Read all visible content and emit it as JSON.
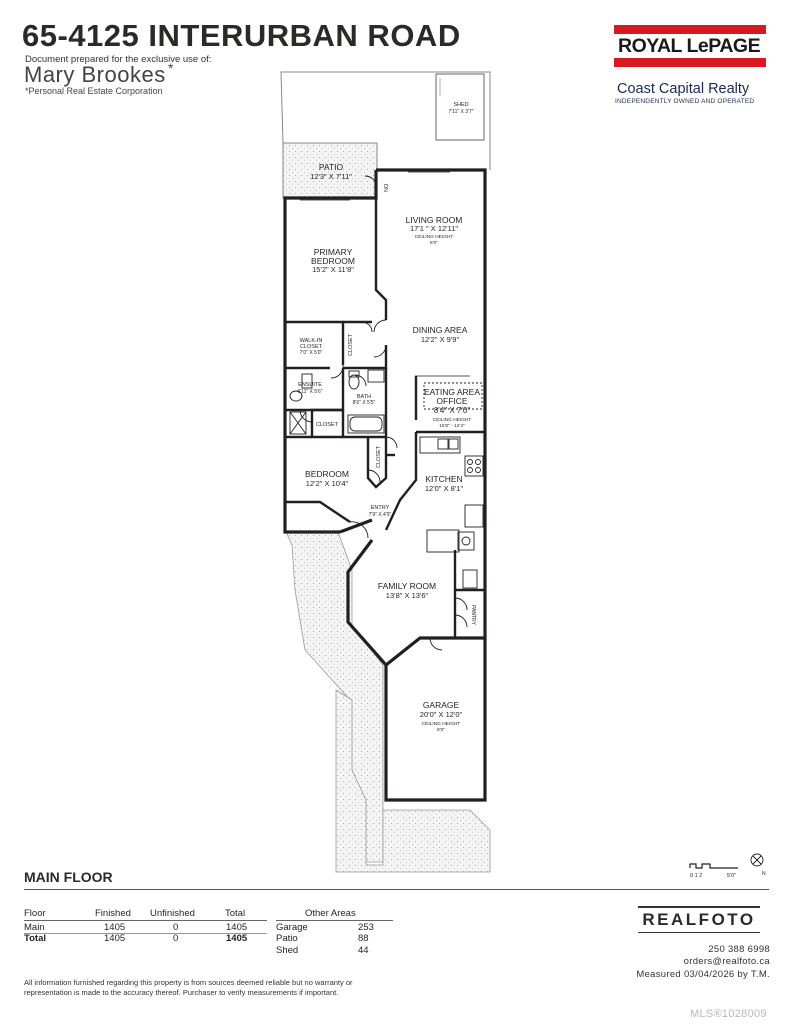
{
  "header": {
    "address": "65-4125 INTERURBAN ROAD",
    "prepared_line": "Document prepared for the exclusive use of:",
    "client_name": "Mary Brookes",
    "client_star": "*",
    "client_note": "*Personal Real Estate Corporation"
  },
  "brokerage": {
    "logo_word": "ROYAL LePAGE",
    "office": "Coast Capital Realty",
    "tagline": "INDEPENDENTLY OWNED AND OPERATED",
    "brand_color": "#d71920"
  },
  "rooms": {
    "shed": {
      "name": "SHED",
      "dims": "7'11\" X 3'7\""
    },
    "patio": {
      "name": "PATIO",
      "dims": "12'3\" X 7'11\""
    },
    "dn": "DN",
    "living": {
      "name": "LIVING ROOM",
      "dims": "17'1 \" X 12'11\"",
      "ceiling_label": "CEILING HEIGHT",
      "ceiling": "8'0\""
    },
    "primary": {
      "name1": "PRIMARY",
      "name2": "BEDROOM",
      "dims": "15'2\" X 11'8\""
    },
    "walkin": {
      "name1": "WALK-IN",
      "name2": "CLOSET",
      "dims": "7'0\" X 5'0\""
    },
    "closet_primary": "CLOSET",
    "dining": {
      "name": "DINING AREA",
      "dims": "12'2\" X 9'9\""
    },
    "ensuite": {
      "name": "ENSUITE",
      "dims": "6'11\" X 5'6\""
    },
    "bath": {
      "name": "BATH",
      "dims": "8'6\" X 5'5\""
    },
    "eating": {
      "name1": "EATING AREA",
      "name2": "OFFICE",
      "dims": "8'4\" X 7'0\"",
      "ceiling_label": "CEILING HEIGHT",
      "ceiling": "15'0\" - 12'4\""
    },
    "closet_bath": "CLOSET",
    "closet_hall": "CLOSET",
    "bedroom": {
      "name": "BEDROOM",
      "dims": "12'2\" X 10'4\""
    },
    "kitchen": {
      "name": "KITCHEN",
      "dims": "12'0\" X 8'1\""
    },
    "entry": {
      "name": "ENTRY",
      "dims": "7'9\" X 4'9\""
    },
    "family": {
      "name": "FAMILY ROOM",
      "dims": "13'8\" X 13'6\""
    },
    "pantry": "PANTRY",
    "garage": {
      "name": "GARAGE",
      "dims": "20'0\" X 12'0\"",
      "ceiling_label": "CEILING HEIGHT",
      "ceiling": "8'0\""
    }
  },
  "scale": {
    "ticks": "0 1 2",
    "five": "5'0\"",
    "north": "N"
  },
  "floor_title": "MAIN FLOOR",
  "area_table": {
    "headers": [
      "Floor",
      "Finished",
      "Unfinished",
      "Total"
    ],
    "rows": [
      [
        "Main",
        "1405",
        "0",
        "1405"
      ],
      [
        "Total",
        "1405",
        "0",
        "1405"
      ]
    ]
  },
  "other_areas": {
    "header": "Other Areas",
    "rows": [
      [
        "Garage",
        "253"
      ],
      [
        "Patio",
        "88"
      ],
      [
        "Shed",
        "44"
      ]
    ]
  },
  "disclaimer": "All information furnished regarding this property is from sources deemed reliable but no warranty or representation is made to the accuracy thereof. Purchaser to verify measurements if important.",
  "photographer": {
    "name": "REALFOTO",
    "phone": "250 388 6998",
    "email": "orders@realfoto.ca",
    "measured": "Measured 03/04/2026 by T.M."
  },
  "mls": "MLS®1028009"
}
